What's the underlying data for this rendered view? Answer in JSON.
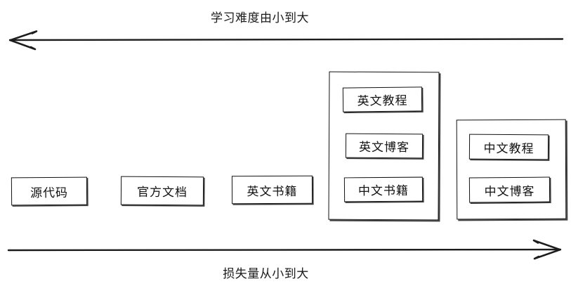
{
  "diagram": {
    "title_top": "学习难度由小到大",
    "title_bottom": "损失量从小到大",
    "top_arrow_direction": "left",
    "bottom_arrow_direction": "right",
    "stroke_color": "#111111",
    "background_color": "#ffffff",
    "columns": [
      {
        "id": "col-1",
        "grouped": false,
        "items": [
          {
            "label": "源代码"
          }
        ]
      },
      {
        "id": "col-2",
        "grouped": false,
        "items": [
          {
            "label": "官方文档"
          }
        ]
      },
      {
        "id": "col-3",
        "grouped": false,
        "items": [
          {
            "label": "英文书籍"
          }
        ]
      },
      {
        "id": "col-4",
        "grouped": true,
        "items": [
          {
            "label": "英文教程"
          },
          {
            "label": "英文博客"
          },
          {
            "label": "中文书籍"
          }
        ]
      },
      {
        "id": "col-5",
        "grouped": true,
        "items": [
          {
            "label": "中文教程"
          },
          {
            "label": "中文博客"
          }
        ]
      }
    ]
  }
}
